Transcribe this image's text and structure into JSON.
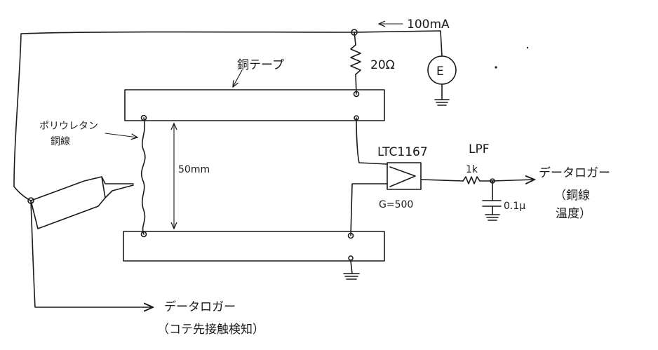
{
  "labels": {
    "current": "100mA",
    "resistor": "20Ω",
    "source": "E",
    "copper_tape": "銅テープ",
    "wire_line1": "ポリウレタン",
    "wire_line2": "銅線",
    "distance": "50mm",
    "amplifier": "LTC1167",
    "gain": "G=500",
    "filter": "LPF",
    "filter_resistor": "1k",
    "filter_capacitor": "0.1μ",
    "logger_right": "データロガー",
    "logger_right_note_line1": "（銅線",
    "logger_right_note_line2": "温度）",
    "logger_bottom": "データロガー",
    "logger_bottom_note": "（コテ先接触検知）"
  }
}
